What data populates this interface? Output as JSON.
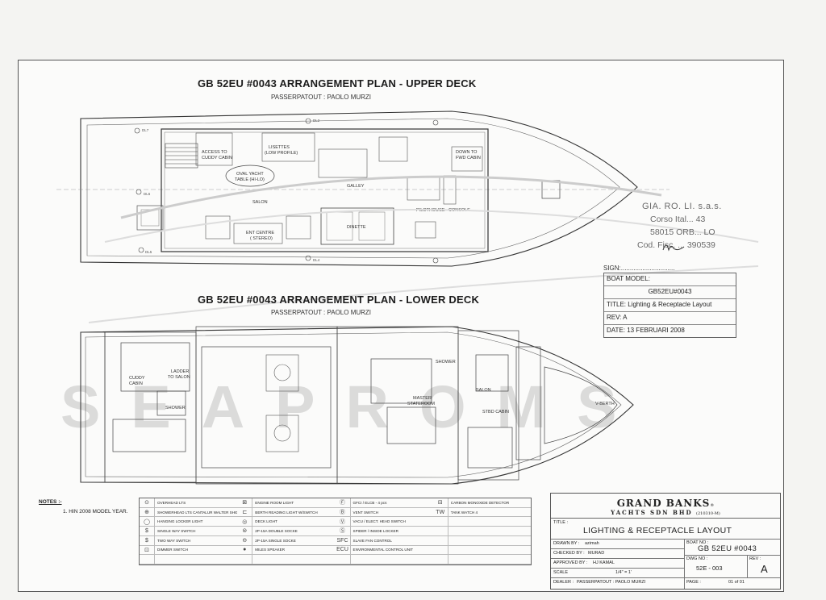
{
  "upper": {
    "title": "GB 52EU #0043 ARRANGEMENT PLAN - UPPER DECK",
    "subtitle": "PASSERPATOUT : PAOLO MURZI",
    "labels": {
      "access": "ACCESS TO CUDDY CABIN",
      "lisettes": "LISETTES (LOW PROFILE)",
      "oval_table": "OVAL YACHT TABLE (HI-LO)",
      "salon": "SALON",
      "galley": "GALLEY",
      "ent": "ENT CENTRE (STEREO)",
      "dinette": "DINETTE",
      "pilothouse": "PILOTHOUSE",
      "console": "CONSOLE",
      "down": "DOWN TO FWD CABIN"
    }
  },
  "lower": {
    "title": "GB 52EU #0043 ARRANGEMENT PLAN - LOWER DECK",
    "subtitle": "PASSERPATOUT : PAOLO MURZI",
    "labels": {
      "cuddy": "CUDDY CABIN",
      "ladder": "LADDER TO SALON",
      "shower": "SHOWER",
      "master": "MASTER STATEROOM",
      "stbd": "STBD CABIN",
      "shower2": "SHOWER",
      "salon": "SALON",
      "berth": "V-BERTH"
    }
  },
  "stamp": {
    "line1": "GIA. RO. LI. s.a.s.",
    "line2": "Corso Ital... 43",
    "line3": "58015 ORB... LO",
    "line4": "Cod. Fisc. ... 390539"
  },
  "sign": {
    "sign_label": "SIGN:..............................",
    "boat_model_label": "BOAT MODEL:",
    "boat_model": "GB52EU#0043",
    "title": "TITLE: Lighting & Receptacle Layout",
    "rev": "REV: A",
    "date": "DATE: 13 FEBRUARI 2008"
  },
  "notes": {
    "header": "NOTES :-",
    "item1": "1.  HIN 2008 MODEL YEAR."
  },
  "legend": [
    {
      "icon": "⊙",
      "text": "OVERHEAD LTS"
    },
    {
      "icon": "⊕",
      "text": "SHOWERHEAD LTS CANTALUR WALTER SHIDES"
    },
    {
      "icon": "◯",
      "text": "HANGING LOCKER LIGHT"
    },
    {
      "icon": "$",
      "text": "SINGLE WAY SWITCH"
    },
    {
      "icon": "$",
      "text": "TWO WAY SWITCH"
    },
    {
      "icon": "⊡",
      "text": "DIMMER SWITCH"
    },
    {
      "icon": "",
      "text": ""
    },
    {
      "icon": "⊠",
      "text": "ENGINE ROOM LIGHT"
    },
    {
      "icon": "⊏",
      "text": "BERTH READING LIGHT W/SWITCH"
    },
    {
      "icon": "◎",
      "text": "DECK LIGHT"
    },
    {
      "icon": "⊜",
      "text": "2P-15A DOUBLE SOCKE"
    },
    {
      "icon": "⊖",
      "text": "2P-15A SINGLE SOCKE"
    },
    {
      "icon": "●",
      "text": "MILES SPEAKER"
    },
    {
      "icon": "",
      "text": ""
    },
    {
      "icon": "Ⓕ",
      "text": "GFCI / ELCB - 4 pcs"
    },
    {
      "icon": "Ⓑ",
      "text": "VENT SWITCH"
    },
    {
      "icon": "Ⓥ",
      "text": "VACU / ELECT. HEAD SWITCH"
    },
    {
      "icon": "Ⓢ",
      "text": "SPIDER / INSIDE LOCKER"
    },
    {
      "icon": "SFC",
      "text": "SLAVE FAN CONTROL"
    },
    {
      "icon": "ECU",
      "text": "ENVIRONMENTAL CONTROL UNIT"
    },
    {
      "icon": "",
      "text": ""
    },
    {
      "icon": "⊟",
      "text": "CARBON MONOXIDE DETECTOR"
    },
    {
      "icon": "TW",
      "text": "TANK WATCH 4"
    },
    {
      "icon": "",
      "text": ""
    },
    {
      "icon": "",
      "text": ""
    },
    {
      "icon": "",
      "text": ""
    },
    {
      "icon": "",
      "text": ""
    },
    {
      "icon": "",
      "text": ""
    }
  ],
  "titleblock": {
    "company": "GRAND BANKS",
    "registered": "®",
    "company2": "YACHTS SDN BHD",
    "reg_no": "(210310-M)",
    "title_label": "TITLE :",
    "title": "LIGHTING & RECEPTACLE LAYOUT",
    "drawn_label": "DRAWN BY :",
    "drawn": "azimah",
    "checked_label": "CHECKED BY :",
    "checked": "MURAD",
    "approved_label": "APPROVED BY :",
    "approved": "HJ KAMAL",
    "scale_label": "SCALE",
    "scale": "1/4\" = 1'",
    "dealer_label": "DEALER :",
    "dealer": "PASSERPATOUT : PAOLO MURZI",
    "boatno_label": "BOAT NO :",
    "boatno": "GB 52EU #0043",
    "dwg_label": "DWG NO :",
    "dwg": "52E - 003",
    "rev_label": "REV :",
    "rev": "A",
    "page_label": "PAGE :",
    "page": "01 of 01"
  },
  "watermark": "SEAPROMS"
}
